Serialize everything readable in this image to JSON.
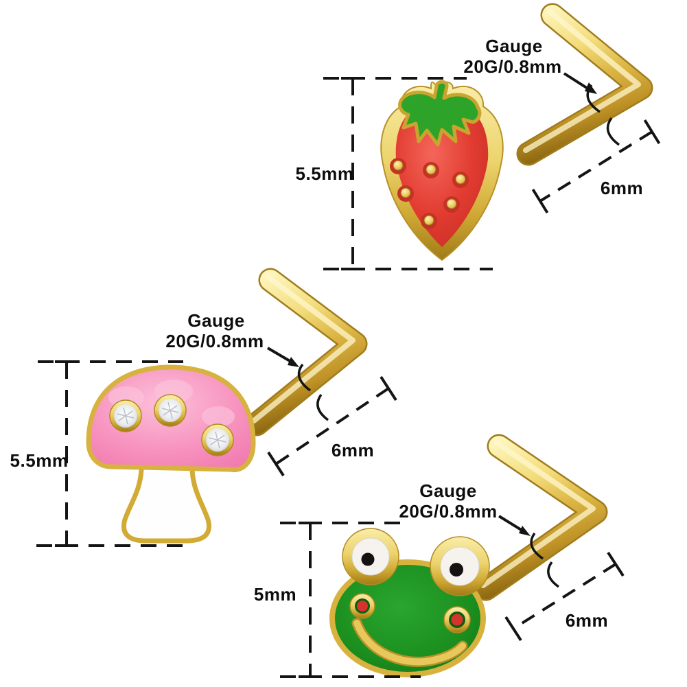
{
  "page": {
    "description": "Dimension diagram of three gold L-shaped nose studs: strawberry, mushroom and frog charms"
  },
  "colors": {
    "background": "#ffffff",
    "gold": "#e3c24f",
    "gold_dark": "#a07c1d",
    "text": "#0d0d0d",
    "strawberry_red": "#e23c31",
    "leaf_green": "#2ea32a",
    "mushroom_pink": "#f792be",
    "stem_white": "#fefefe",
    "frog_green": "#1b8e1e",
    "cheek_red": "#d5332c",
    "eye_white": "#f6f3ee",
    "pupil_black": "#151312"
  },
  "items": [
    {
      "id": "strawberry",
      "charm": "strawberry charm nose stud",
      "gauge_label": "Gauge",
      "gauge_value": "20G/0.8mm",
      "height_label": "5.5mm",
      "length_label": "6mm"
    },
    {
      "id": "mushroom",
      "charm": "mushroom charm nose stud",
      "gauge_label": "Gauge",
      "gauge_value": "20G/0.8mm",
      "height_label": "5.5mm",
      "length_label": "6mm"
    },
    {
      "id": "frog",
      "charm": "frog charm nose stud",
      "gauge_label": "Gauge",
      "gauge_value": "20G/0.8mm",
      "height_label": "5mm",
      "length_label": "6mm"
    }
  ]
}
